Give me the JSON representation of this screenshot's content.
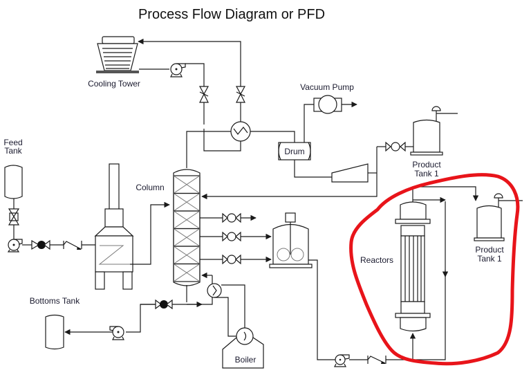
{
  "title": "Process Flow Diagram or PFD",
  "labels": {
    "cooling_tower": "Cooling Tower",
    "vacuum_pump": "Vacuum Pump",
    "drum": "Drum",
    "product_tank_top_l1": "Product",
    "product_tank_top_l2": "Tank 1",
    "feed_tank_l1": "Feed",
    "feed_tank_l2": "Tank",
    "column": "Column",
    "reactors": "Reactors",
    "product_tank_right_l1": "Product",
    "product_tank_right_l2": "Tank 1",
    "bottoms_tank": "Bottoms Tank",
    "boiler": "Boiler"
  },
  "colors": {
    "line": "#1a1a1a",
    "highlight": "#e8141a",
    "background": "#ffffff"
  },
  "highlight": {
    "target": "Reactors and Product Tank 1",
    "shape": "freehand-circle"
  }
}
